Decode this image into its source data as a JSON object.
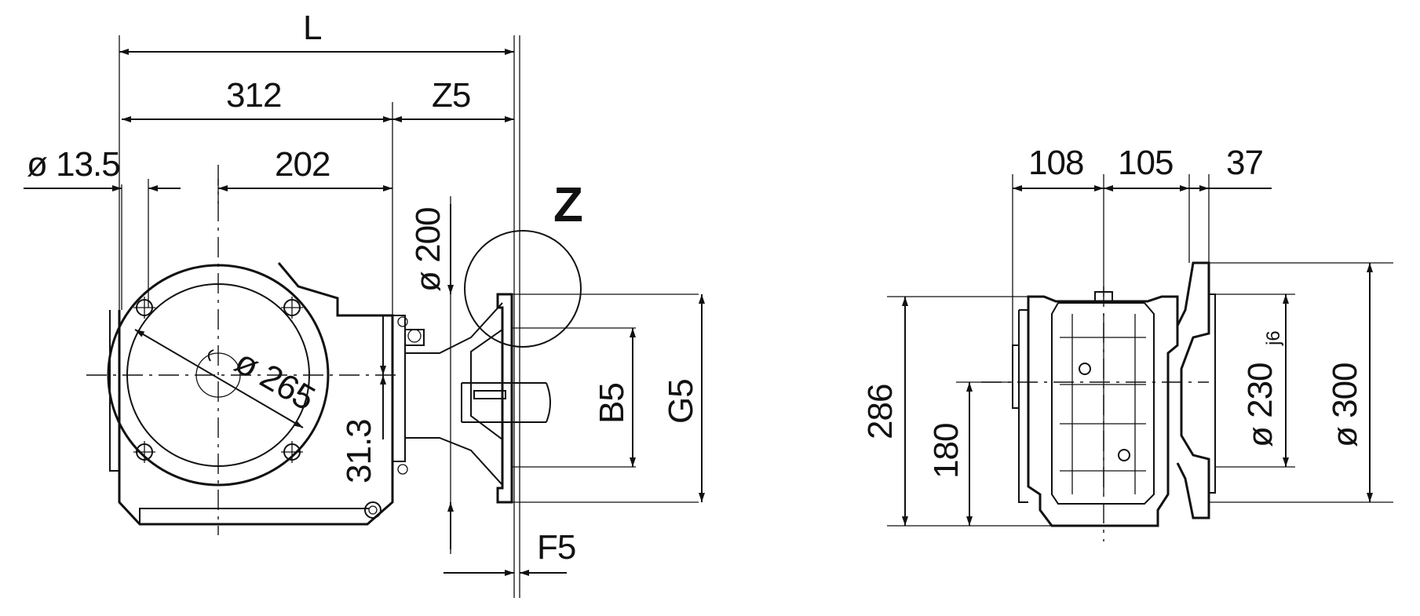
{
  "drawing": {
    "detail_marker": "Z",
    "side_view": {
      "L": "L",
      "d312": "312",
      "z5": "Z5",
      "d202": "202",
      "hole": "ø 13.5",
      "flange_circle": "ø 200",
      "pitch_circle": "ø 265",
      "d31_3": "31.3",
      "b5": "B5",
      "g5": "G5",
      "f5": "F5"
    },
    "front_view": {
      "d108": "108",
      "d105": "105",
      "d37": "37",
      "d286": "286",
      "d180": "180",
      "spigot": "ø 230",
      "spigot_fit": "j6",
      "flange": "ø 300"
    },
    "colors": {
      "line": "#111111",
      "background": "#ffffff"
    }
  }
}
